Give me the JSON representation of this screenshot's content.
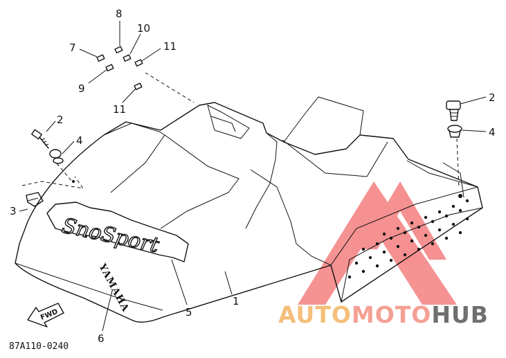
{
  "diagram": {
    "callouts": [
      "1",
      "2",
      "2",
      "3",
      "4",
      "4",
      "5",
      "6",
      "7",
      "8",
      "9",
      "10",
      "11",
      "11"
    ],
    "part_code": "87A110-0240",
    "decal_text": "SnoSport",
    "brand_mark": "YAMAHA",
    "fwd_label": "FWD"
  },
  "watermark": {
    "text_auto": "AUTO",
    "text_moto": "MOTO",
    "text_hub": "HUB",
    "colors": {
      "auto": "#f4bf7a",
      "moto": "#f4a093",
      "hub": "#6f6f6f",
      "triangle": "#f26d6d"
    }
  }
}
